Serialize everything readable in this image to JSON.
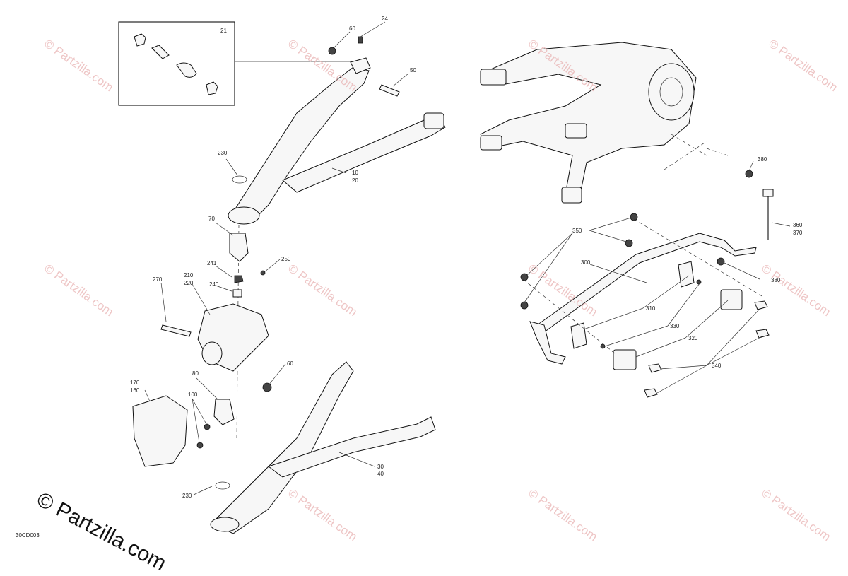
{
  "diagram": {
    "code": "30CD003",
    "watermark_text": "© Partzilla.com",
    "big_watermark": "© Partzilla.com",
    "callouts": {
      "c21": "21",
      "c24": "24",
      "c60a": "60",
      "c50": "50",
      "c230a": "230",
      "c10": "10",
      "c20": "20",
      "c70": "70",
      "c241": "241",
      "c250": "250",
      "c240": "240",
      "c210": "210",
      "c220": "220",
      "c270": "270",
      "c60b": "60",
      "c80": "80",
      "c170": "170",
      "c160": "160",
      "c100": "100",
      "c30": "30",
      "c40": "40",
      "c230b": "230",
      "c380a": "380",
      "c360": "360",
      "c370": "370",
      "c350": "350",
      "c300": "300",
      "c380b": "380",
      "c310": "310",
      "c330": "330",
      "c320": "320",
      "c340": "340"
    }
  }
}
